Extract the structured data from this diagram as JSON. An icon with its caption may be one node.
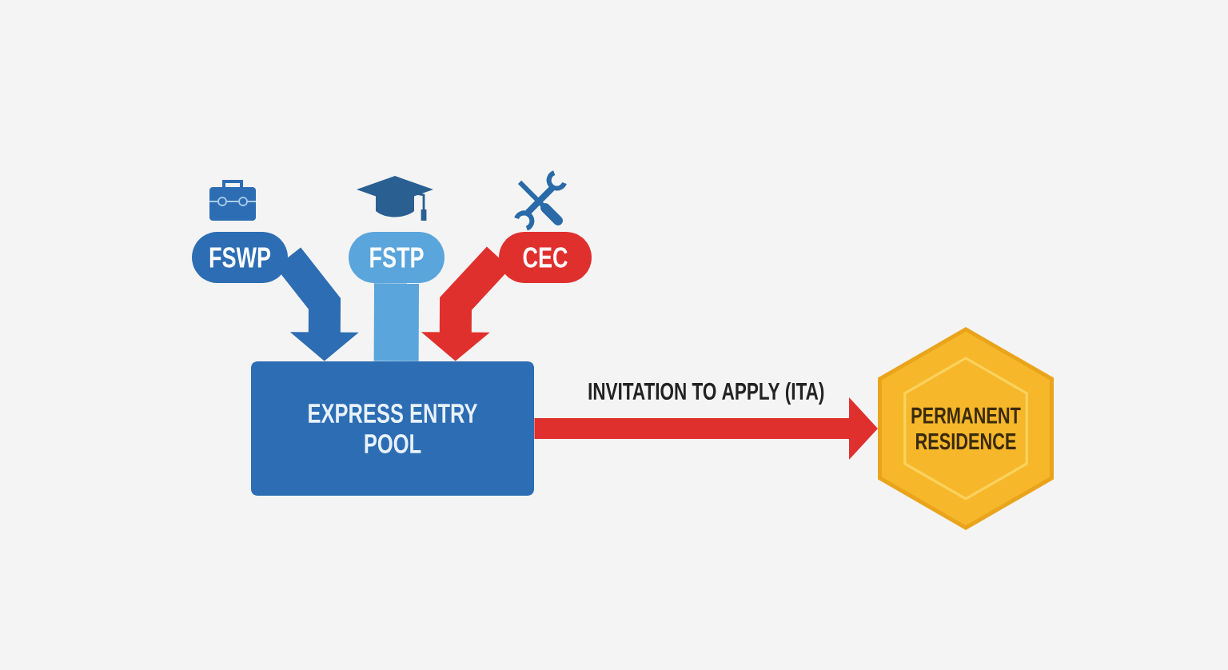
{
  "diagram": {
    "nodes": [
      {
        "text": [
          "FSWP"
        ]
      },
      {
        "text": [
          "FSTP"
        ]
      },
      {
        "text": [
          "CEC"
        ]
      },
      {
        "text": [
          "EXPRESS ENTRY POOL"
        ]
      },
      {
        "text": [
          "PERMANENT RESIDENCE"
        ]
      }
    ],
    "edges": [
      {
        "from": 0,
        "to": 3,
        "arrow": "to",
        "color": "#2c6db3"
      },
      {
        "from": 1,
        "to": 3,
        "arrow": "none",
        "color": "#5aa5dc"
      },
      {
        "from": 2,
        "to": 3,
        "arrow": "to",
        "color": "#e0302e"
      },
      {
        "from": 3,
        "to": 4,
        "arrow": "to",
        "label": "INVITATION TO APPLY (ITA)",
        "color": "#e0302e"
      }
    ]
  }
}
